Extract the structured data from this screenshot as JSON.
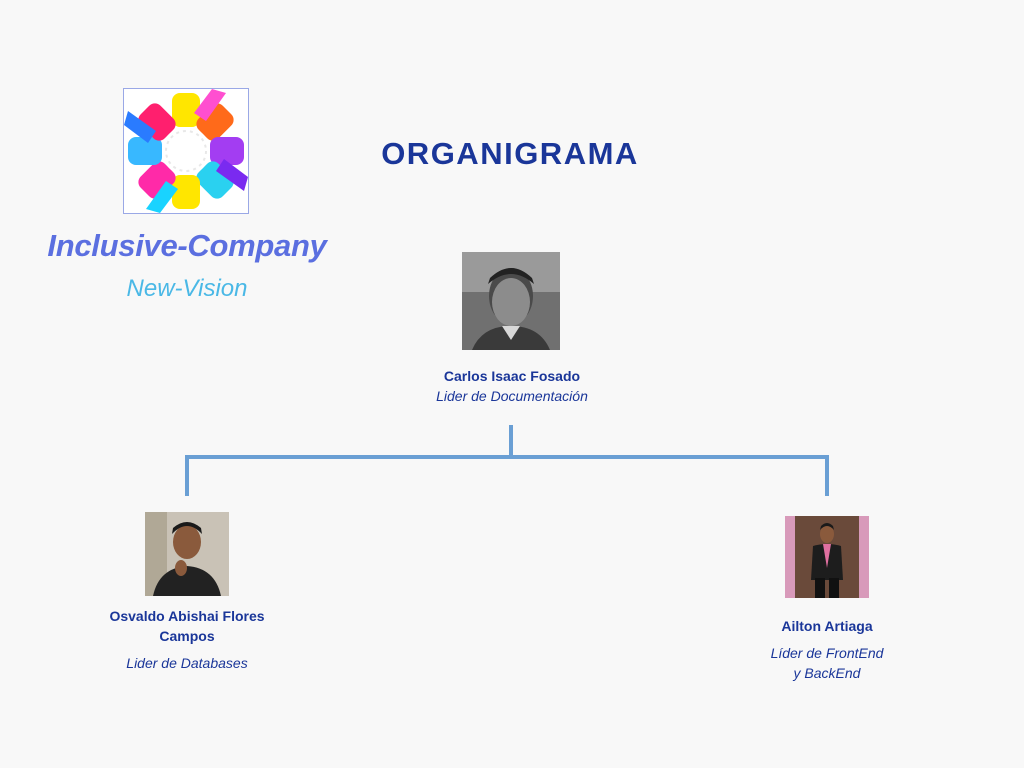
{
  "title": "ORGANIGRAMA",
  "brand": {
    "name": "Inclusive-Company",
    "tagline": "New-Vision"
  },
  "colors": {
    "title": "#1a3699",
    "brand_name": "#5b6fe0",
    "brand_tagline": "#4ab8e6",
    "connector": "#6a9fd4",
    "background": "#f8f8f8"
  },
  "org": {
    "root": {
      "name": "Carlos Isaac Fosado",
      "role": "Lider de Documentación"
    },
    "children": [
      {
        "name": "Osvaldo Abishai Flores Campos",
        "role": "Lider de Databases"
      },
      {
        "name": "Ailton Artiaga",
        "role": "Líder de FrontEnd\ny BackEnd"
      }
    ]
  }
}
